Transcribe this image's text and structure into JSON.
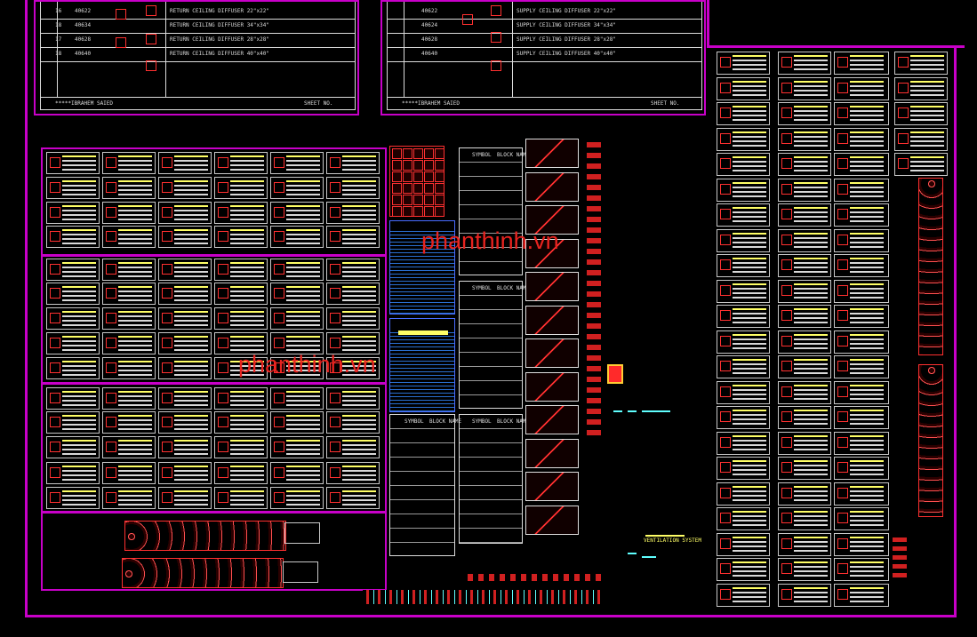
{
  "schedules": [
    {
      "rows": [
        {
          "no": "16",
          "code": "40622",
          "desc": "RETURN CEILING DIFFUSER 22\"x22\""
        },
        {
          "no": "18",
          "code": "40634",
          "desc": "RETURN CEILING DIFFUSER 34\"x34\""
        },
        {
          "no": "17",
          "code": "40628",
          "desc": "RETURN CEILING DIFFUSER 28\"x28\""
        },
        {
          "no": "18",
          "code": "40640",
          "desc": "RETURN CEILING DIFFUSER 40\"x40\""
        }
      ],
      "footer_name": "*****IBRAHEM SAIED",
      "footer_sheet": "SHEET NO."
    },
    {
      "rows": [
        {
          "no": "",
          "code": "40622",
          "desc": "SUPPLY CEILING DIFFUSER 22\"x22\""
        },
        {
          "no": "",
          "code": "40624",
          "desc": "SUPPLY CEILING DIFFUSER 34\"x34\""
        },
        {
          "no": "",
          "code": "40628",
          "desc": "SUPPLY CEILING DIFFUSER 28\"x28\""
        },
        {
          "no": "",
          "code": "40640",
          "desc": "SUPPLY CEILING DIFFUSER 40\"x40\""
        }
      ],
      "footer_name": "*****IBRAHEM SAIED",
      "footer_sheet": "SHEET NO."
    }
  ],
  "legend_headers": {
    "symbol": "SYMBOL",
    "block_name": "BLOCK NAME"
  },
  "watermarks": [
    "phanthinh.vn",
    "phanthinh.vn"
  ],
  "ventilation_label": "VENTILATION SYSTEM",
  "colors": {
    "frame": "#c800c8",
    "text_yellow": "#ffff66",
    "line_red": "#ff3030",
    "accent_cyan": "#5fffff",
    "background": "#000000"
  }
}
